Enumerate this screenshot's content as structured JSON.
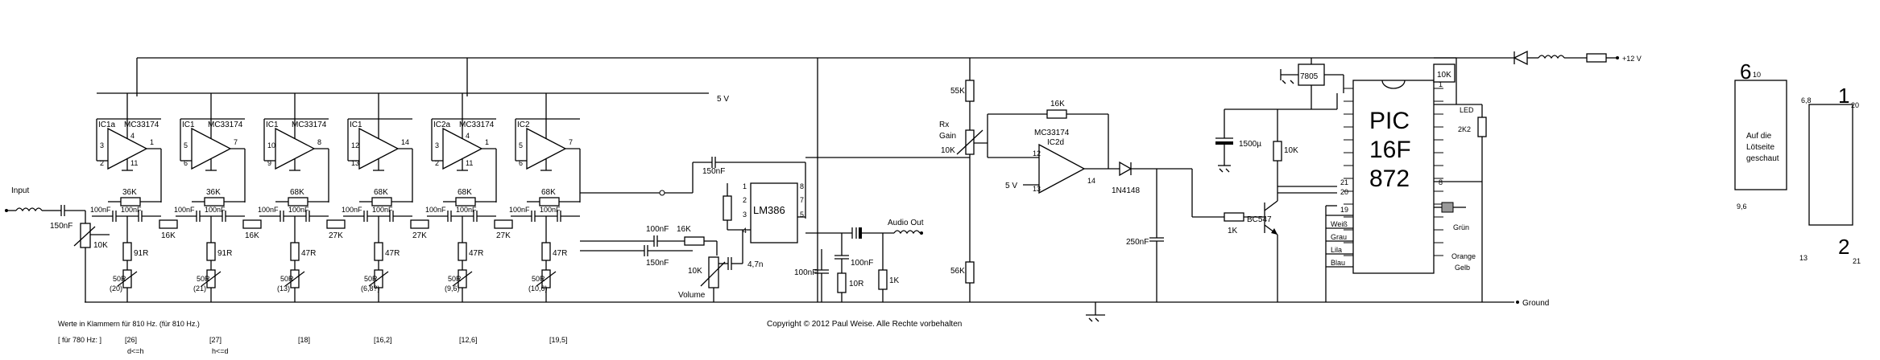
{
  "texts": {
    "input": "Input",
    "c_input": "150nF",
    "pot_input": "10K",
    "supply_5v": "5 V",
    "supply_12v": "+12 V",
    "ground": "Ground",
    "copyright": "Copyright © 2012 Paul Weise. Alle Rechte vorbehalten",
    "note_line1": "Werte in Klammern für 810 Hz.   (für 810 Hz.)",
    "note_line2": "[ für 780 Hz: ]",
    "bracket_26": "[26]",
    "bracket_27": "[27]",
    "bracket_18": "[18]",
    "bracket_162": "[16,2]",
    "bracket_126": "[12,6]",
    "bracket_195": "[19,5]",
    "sub_dh": "d<=h",
    "sub_hd": "h<=d",
    "lm386": "LM386",
    "audio_out": "Audio Out",
    "volume": "Volume",
    "c4n7": "4,7n",
    "c150_mid": "150nF",
    "c150_lo": "150nF",
    "c100_a": "100nF",
    "r16k_a": "16K",
    "c100_out": "100nF",
    "r10r": "10R",
    "r1k_out": "1K",
    "c100_gnd": "100nF",
    "pot_vol": "10K",
    "r55k": "55K",
    "rx_gain": "Rx",
    "gain": "Gain",
    "r10k_gain": "10K",
    "r56k": "56K",
    "r16k_fb": "16K",
    "ic2d_type": "MC33174",
    "ic2d": "IC2d",
    "pin12": "12",
    "pin13": "13",
    "pin14": "14",
    "v5_ic2d": "5 V",
    "diode": "1N4148",
    "c250": "250nF",
    "r1k_base": "1K",
    "bc547": "BC547",
    "reg": "7805",
    "c1500": "1500µ",
    "r10k_pic": "10K",
    "r10k_top": "10K",
    "r2k2": "2K2",
    "led": "LED",
    "pic_line1": "PIC",
    "pic_line2": "16F",
    "pic_line3": "872",
    "pin1": "1",
    "pin8": "8",
    "pin19": "19",
    "pin20": "20",
    "pin21": "21",
    "wire_weiss": "Weiß",
    "wire_grau": "Grau",
    "wire_lila": "Lila",
    "wire_blau": "Blau",
    "wire_gruen": "Grün",
    "wire_orange": "Orange",
    "wire_gelb": "Gelb",
    "conn_6": "6",
    "conn_10": "10",
    "conn_68": "6,8",
    "conn_1": "1",
    "conn_20": "20",
    "conn_96": "9,6",
    "conn_13": "13",
    "conn_2": "2",
    "conn_21": "21",
    "conn_note1": "Auf die",
    "conn_note2": "Lötseite",
    "conn_note3": "geschaut"
  },
  "stages": [
    {
      "ic": "IC1a",
      "type": "MC33174",
      "pin_pos": "3",
      "pin_neg": "2",
      "pin_out": "1",
      "pin_v": "4",
      "pin_g": "11",
      "cf": "100nF",
      "cr": "100nF",
      "rfb": "36K",
      "rin": "",
      "rbias": "91R",
      "trim": "50R",
      "trimv": "(20)"
    },
    {
      "ic": "IC1",
      "type": "MC33174",
      "pin_pos": "5",
      "pin_neg": "6",
      "pin_out": "7",
      "pin_v": "",
      "pin_g": "",
      "cf": "100nF",
      "cr": "100nF",
      "rfb": "36K",
      "rin": "16K",
      "rbias": "91R",
      "trim": "50R",
      "trimv": "(21)"
    },
    {
      "ic": "IC1",
      "type": "MC33174",
      "pin_pos": "10",
      "pin_neg": "9",
      "pin_out": "8",
      "pin_v": "",
      "pin_g": "",
      "cf": "100nF",
      "cr": "100nF",
      "rfb": "68K",
      "rin": "16K",
      "rbias": "47R",
      "trim": "50R",
      "trimv": "(13)"
    },
    {
      "ic": "IC1",
      "type": "",
      "pin_pos": "12",
      "pin_neg": "13",
      "pin_out": "14",
      "pin_v": "",
      "pin_g": "",
      "cf": "100nF",
      "cr": "100nF",
      "rfb": "68K",
      "rin": "27K",
      "rbias": "47R",
      "trim": "50R",
      "trimv": "(6,8?)"
    },
    {
      "ic": "IC2a",
      "type": "MC33174",
      "pin_pos": "3",
      "pin_neg": "2",
      "pin_out": "1",
      "pin_v": "4",
      "pin_g": "11",
      "cf": "100nF",
      "cr": "100nF",
      "rfb": "68K",
      "rin": "27K",
      "rbias": "47R",
      "trim": "50R",
      "trimv": "(9,6)"
    },
    {
      "ic": "IC2",
      "type": "",
      "pin_pos": "5",
      "pin_neg": "6",
      "pin_out": "7",
      "pin_v": "",
      "pin_g": "",
      "cf": "100nF",
      "cr": "100nF",
      "rfb": "68K",
      "rin": "27K",
      "rbias": "47R",
      "trim": "50R",
      "trimv": "(10,6)"
    }
  ]
}
